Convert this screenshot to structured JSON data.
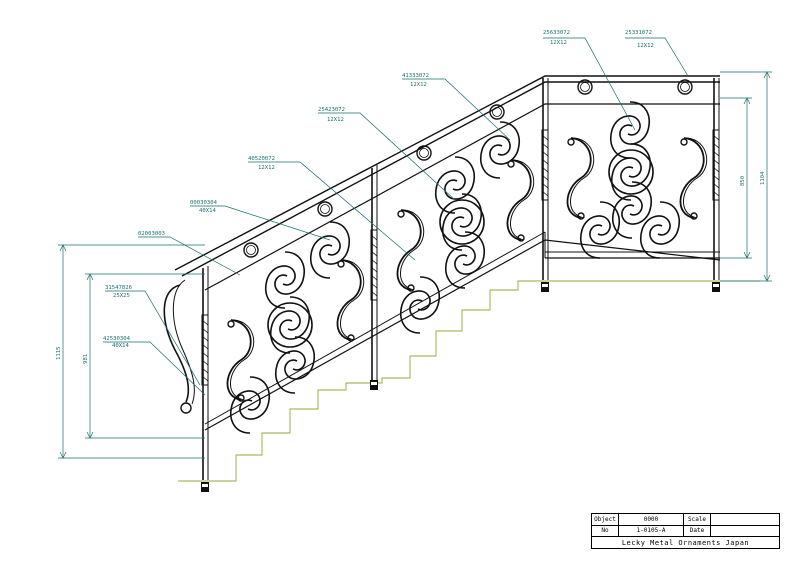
{
  "part_labels": [
    {
      "code": "25633072",
      "size": "12X12"
    },
    {
      "code": "25331072",
      "size": "12X12"
    },
    {
      "code": "41333072",
      "size": "12X12"
    },
    {
      "code": "25423072",
      "size": "12X12"
    },
    {
      "code": "40520072",
      "size": "12X12"
    },
    {
      "code": "00030304",
      "size": "40X14"
    },
    {
      "code": "02003003",
      "size": ""
    },
    {
      "code": "31547026",
      "size": "25X25"
    },
    {
      "code": "42530304",
      "size": "40X14"
    }
  ],
  "dimensions": {
    "right_height": "1104",
    "right_panel": "850",
    "left_height": "1115",
    "left_panel": "981"
  },
  "title_block": {
    "object_label": "Object",
    "object_value": "0000",
    "scale_label": "Scale",
    "scale_value": "",
    "no_label": "No",
    "no_value": "1-0105-A",
    "date_label": "Date",
    "date_value": "",
    "company": "Lecky Metal Ornaments Japan"
  },
  "colors": {
    "ink": "#111111",
    "leader": "#1a6e6e",
    "step": "#9aa43a"
  }
}
